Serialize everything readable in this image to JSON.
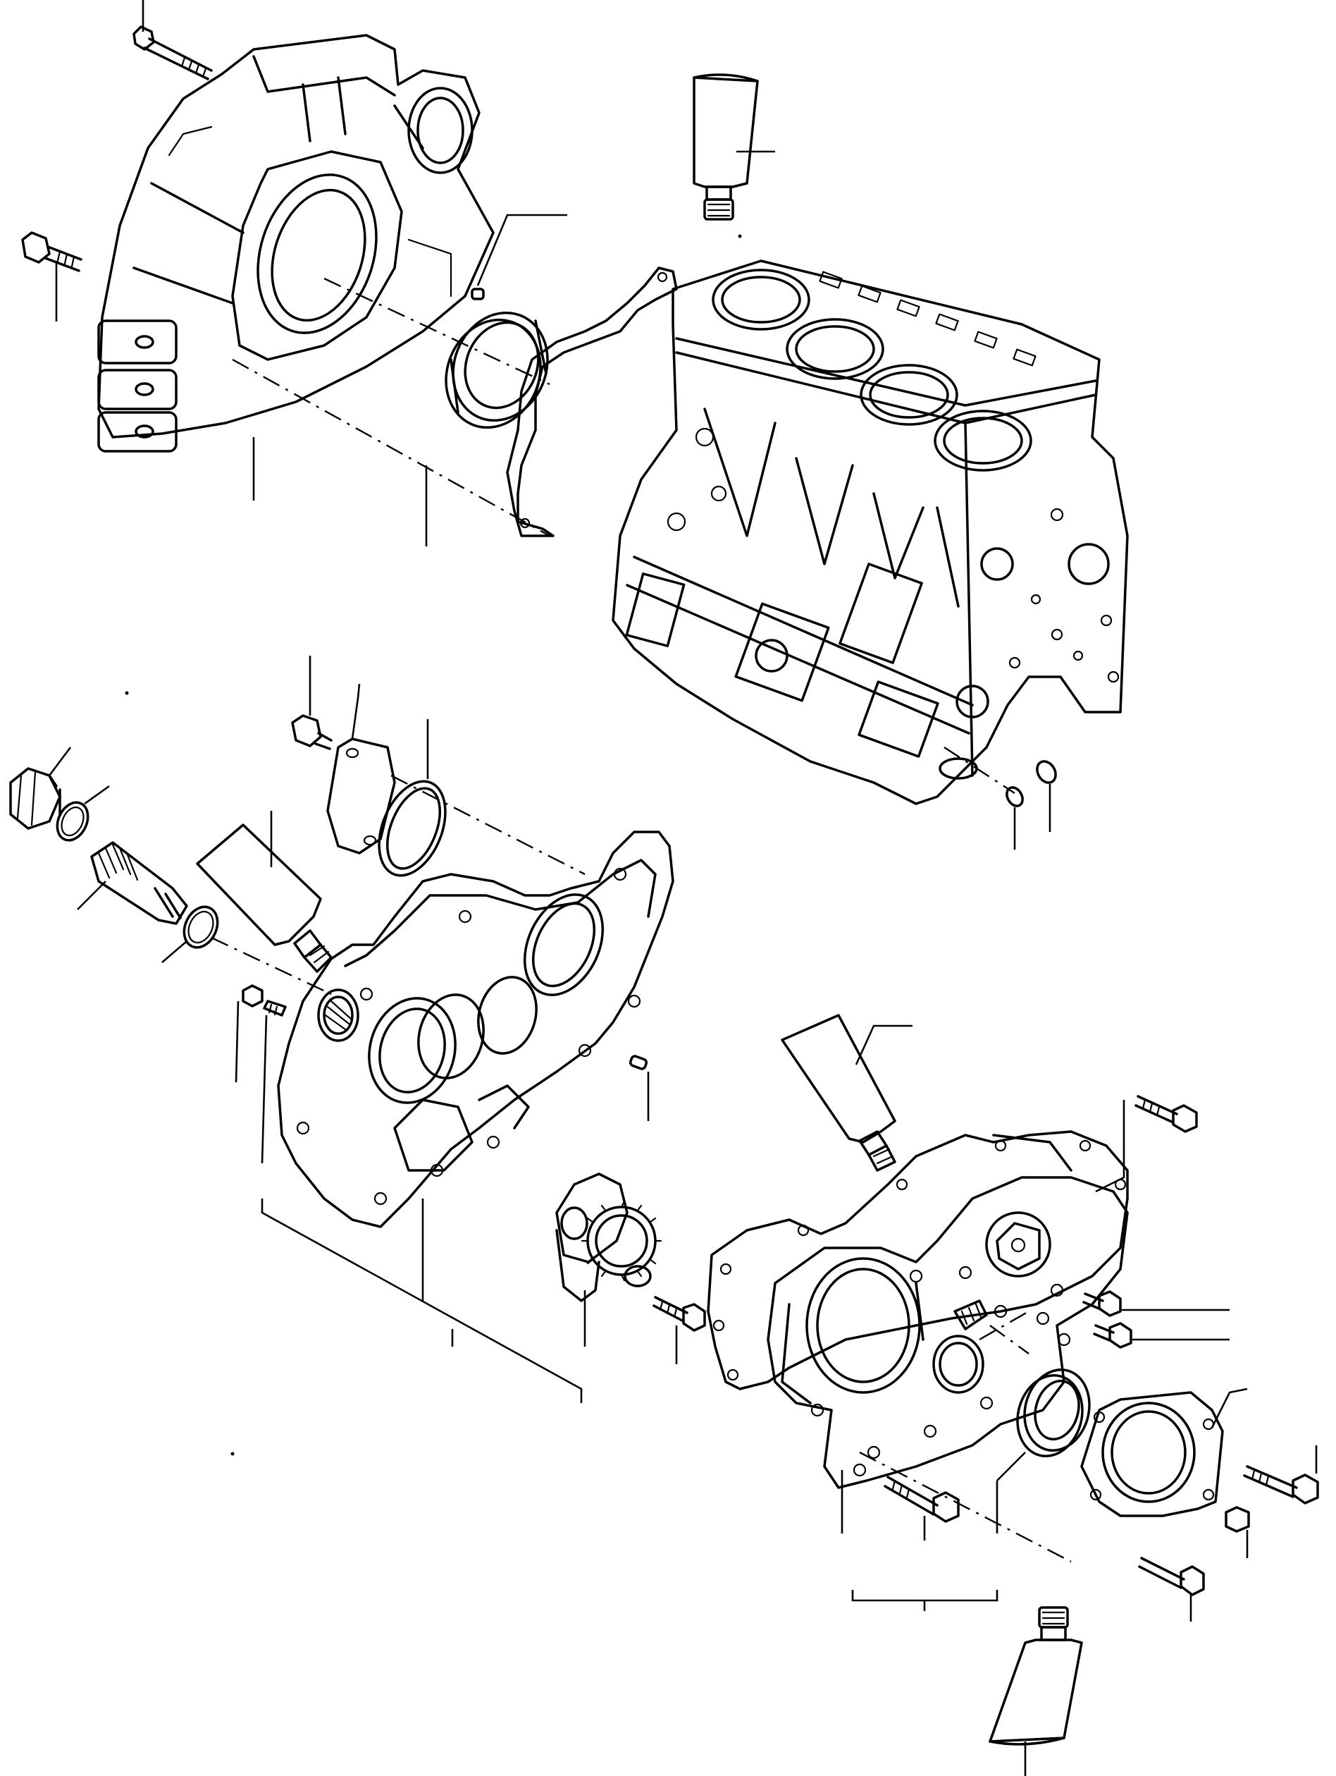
{
  "diagram": {
    "kind": "exploded-parts-view",
    "line_color": "#000000",
    "background": "#ffffff",
    "callout_labels": [],
    "parts": [
      {
        "id": "flywheel-housing",
        "icon": "housing-outline"
      },
      {
        "id": "rear-crank-oil-seal",
        "icon": "seal-ring"
      },
      {
        "id": "rear-gasket",
        "icon": "gasket-outline"
      },
      {
        "id": "cylinder-block",
        "icon": "engine-block"
      },
      {
        "id": "sealant-tube-top",
        "icon": "tube"
      },
      {
        "id": "inspection-cover",
        "icon": "cover-plate"
      },
      {
        "id": "o-ring-cover",
        "icon": "o-ring"
      },
      {
        "id": "relief-valve-plug",
        "icon": "plug"
      },
      {
        "id": "relief-valve-spring",
        "icon": "spring"
      },
      {
        "id": "gear-case",
        "icon": "housing-outline"
      },
      {
        "id": "oil-pump",
        "icon": "pump-gear"
      },
      {
        "id": "front-gear-cover",
        "icon": "cover-plate"
      },
      {
        "id": "front-crank-oil-seal",
        "icon": "seal-ring"
      },
      {
        "id": "side-cover",
        "icon": "cover-plate"
      },
      {
        "id": "sealant-tube-bottom",
        "icon": "tube"
      }
    ]
  }
}
